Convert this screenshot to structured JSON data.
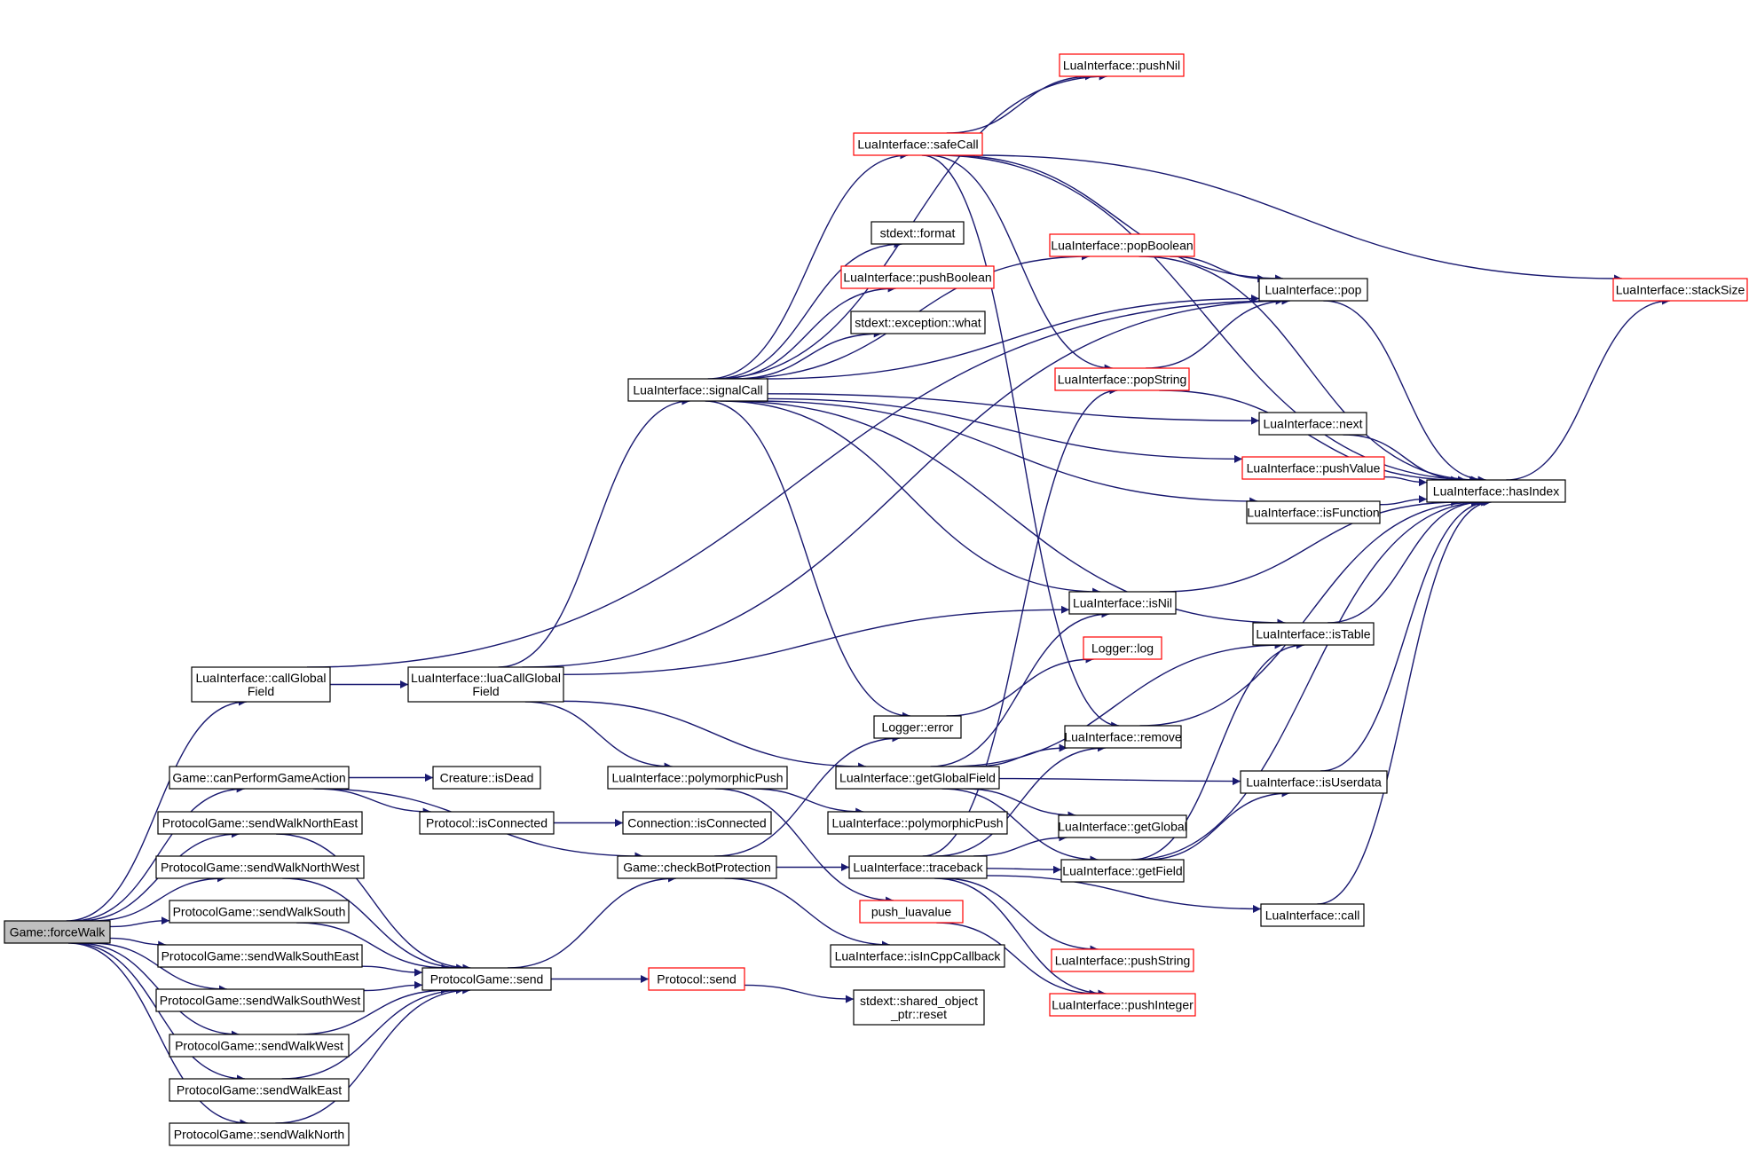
{
  "colors": {
    "edge": "#191970",
    "border_normal": "#000000",
    "border_truncated": "#ff0000",
    "root_fill": "#bfbfbf",
    "node_fill": "#ffffff"
  },
  "nodes": [
    {
      "id": "forceWalk",
      "lines": [
        "Game::forceWalk"
      ],
      "style": "root"
    },
    {
      "id": "callGlobalField",
      "lines": [
        "LuaInterface::callGlobal",
        "Field"
      ],
      "style": "normal"
    },
    {
      "id": "canPerformGameAction",
      "lines": [
        "Game::canPerformGameAction"
      ],
      "style": "normal"
    },
    {
      "id": "sendWalkNorthEast",
      "lines": [
        "ProtocolGame::sendWalkNorthEast"
      ],
      "style": "normal"
    },
    {
      "id": "sendWalkNorthWest",
      "lines": [
        "ProtocolGame::sendWalkNorthWest"
      ],
      "style": "normal"
    },
    {
      "id": "sendWalkSouth",
      "lines": [
        "ProtocolGame::sendWalkSouth"
      ],
      "style": "normal"
    },
    {
      "id": "sendWalkSouthEast",
      "lines": [
        "ProtocolGame::sendWalkSouthEast"
      ],
      "style": "normal"
    },
    {
      "id": "sendWalkSouthWest",
      "lines": [
        "ProtocolGame::sendWalkSouthWest"
      ],
      "style": "normal"
    },
    {
      "id": "sendWalkWest",
      "lines": [
        "ProtocolGame::sendWalkWest"
      ],
      "style": "normal"
    },
    {
      "id": "sendWalkEast",
      "lines": [
        "ProtocolGame::sendWalkEast"
      ],
      "style": "normal"
    },
    {
      "id": "sendWalkNorth",
      "lines": [
        "ProtocolGame::sendWalkNorth"
      ],
      "style": "normal"
    },
    {
      "id": "luaCallGlobalField",
      "lines": [
        "LuaInterface::luaCallGlobal",
        "Field"
      ],
      "style": "normal"
    },
    {
      "id": "isDead",
      "lines": [
        "Creature::isDead"
      ],
      "style": "normal"
    },
    {
      "id": "protocolIsConnected",
      "lines": [
        "Protocol::isConnected"
      ],
      "style": "normal"
    },
    {
      "id": "pgSend",
      "lines": [
        "ProtocolGame::send"
      ],
      "style": "normal"
    },
    {
      "id": "signalCall",
      "lines": [
        "LuaInterface::signalCall"
      ],
      "style": "normal"
    },
    {
      "id": "polymorphicPushFree",
      "lines": [
        "LuaInterface::polymorphicPush"
      ],
      "style": "normal"
    },
    {
      "id": "connectionIsConnected",
      "lines": [
        "Connection::isConnected"
      ],
      "style": "normal"
    },
    {
      "id": "checkBotProtection",
      "lines": [
        "Game::checkBotProtection"
      ],
      "style": "normal"
    },
    {
      "id": "protocolSend",
      "lines": [
        "Protocol::send"
      ],
      "style": "truncated"
    },
    {
      "id": "safeCall",
      "lines": [
        "LuaInterface::safeCall"
      ],
      "style": "truncated"
    },
    {
      "id": "pushNil",
      "lines": [
        "LuaInterface::pushNil"
      ],
      "style": "truncated"
    },
    {
      "id": "format",
      "lines": [
        "stdext::format"
      ],
      "style": "normal"
    },
    {
      "id": "pushBoolean",
      "lines": [
        "LuaInterface::pushBoolean"
      ],
      "style": "truncated"
    },
    {
      "id": "exceptionWhat",
      "lines": [
        "stdext::exception::what"
      ],
      "style": "normal"
    },
    {
      "id": "loggerError",
      "lines": [
        "Logger::error"
      ],
      "style": "normal"
    },
    {
      "id": "getGlobalField",
      "lines": [
        "LuaInterface::getGlobalField"
      ],
      "style": "normal"
    },
    {
      "id": "polymorphicPushMember",
      "lines": [
        "LuaInterface::polymorphicPush"
      ],
      "style": "normal"
    },
    {
      "id": "traceback",
      "lines": [
        "LuaInterface::traceback"
      ],
      "style": "normal"
    },
    {
      "id": "pushLuavalue",
      "lines": [
        "push_luavalue"
      ],
      "style": "truncated"
    },
    {
      "id": "isInCppCallback",
      "lines": [
        "LuaInterface::isInCppCallback"
      ],
      "style": "normal"
    },
    {
      "id": "sharedReset",
      "lines": [
        "stdext::shared_object",
        "_ptr::reset"
      ],
      "style": "normal"
    },
    {
      "id": "popBoolean",
      "lines": [
        "LuaInterface::popBoolean"
      ],
      "style": "truncated"
    },
    {
      "id": "popString",
      "lines": [
        "LuaInterface::popString"
      ],
      "style": "truncated"
    },
    {
      "id": "isNil",
      "lines": [
        "LuaInterface::isNil"
      ],
      "style": "normal"
    },
    {
      "id": "loggerLog",
      "lines": [
        "Logger::log"
      ],
      "style": "truncated"
    },
    {
      "id": "remove",
      "lines": [
        "LuaInterface::remove"
      ],
      "style": "normal"
    },
    {
      "id": "getGlobal",
      "lines": [
        "LuaInterface::getGlobal"
      ],
      "style": "normal"
    },
    {
      "id": "getField",
      "lines": [
        "LuaInterface::getField"
      ],
      "style": "normal"
    },
    {
      "id": "pushString",
      "lines": [
        "LuaInterface::pushString"
      ],
      "style": "truncated"
    },
    {
      "id": "pushInteger",
      "lines": [
        "LuaInterface::pushInteger"
      ],
      "style": "truncated"
    },
    {
      "id": "pop",
      "lines": [
        "LuaInterface::pop"
      ],
      "style": "normal"
    },
    {
      "id": "next",
      "lines": [
        "LuaInterface::next"
      ],
      "style": "normal"
    },
    {
      "id": "pushValue",
      "lines": [
        "LuaInterface::pushValue"
      ],
      "style": "truncated"
    },
    {
      "id": "isFunction",
      "lines": [
        "LuaInterface::isFunction"
      ],
      "style": "normal"
    },
    {
      "id": "isTable",
      "lines": [
        "LuaInterface::isTable"
      ],
      "style": "normal"
    },
    {
      "id": "isUserdata",
      "lines": [
        "LuaInterface::isUserdata"
      ],
      "style": "normal"
    },
    {
      "id": "call",
      "lines": [
        "LuaInterface::call"
      ],
      "style": "normal"
    },
    {
      "id": "hasIndex",
      "lines": [
        "LuaInterface::hasIndex"
      ],
      "style": "normal"
    },
    {
      "id": "stackSize",
      "lines": [
        "LuaInterface::stackSize"
      ],
      "style": "truncated"
    }
  ],
  "edges": [
    [
      "forceWalk",
      "callGlobalField"
    ],
    [
      "forceWalk",
      "canPerformGameAction"
    ],
    [
      "forceWalk",
      "sendWalkNorthEast"
    ],
    [
      "forceWalk",
      "sendWalkNorthWest"
    ],
    [
      "forceWalk",
      "sendWalkSouth"
    ],
    [
      "forceWalk",
      "sendWalkSouthEast"
    ],
    [
      "forceWalk",
      "sendWalkSouthWest"
    ],
    [
      "forceWalk",
      "sendWalkWest"
    ],
    [
      "forceWalk",
      "sendWalkEast"
    ],
    [
      "forceWalk",
      "sendWalkNorth"
    ],
    [
      "callGlobalField",
      "luaCallGlobalField"
    ],
    [
      "callGlobalField",
      "pop"
    ],
    [
      "canPerformGameAction",
      "isDead"
    ],
    [
      "canPerformGameAction",
      "protocolIsConnected"
    ],
    [
      "canPerformGameAction",
      "checkBotProtection"
    ],
    [
      "sendWalkNorthEast",
      "pgSend"
    ],
    [
      "sendWalkNorthWest",
      "pgSend"
    ],
    [
      "sendWalkSouth",
      "pgSend"
    ],
    [
      "sendWalkSouthEast",
      "pgSend"
    ],
    [
      "sendWalkSouthWest",
      "pgSend"
    ],
    [
      "sendWalkWest",
      "pgSend"
    ],
    [
      "sendWalkEast",
      "pgSend"
    ],
    [
      "sendWalkNorth",
      "pgSend"
    ],
    [
      "luaCallGlobalField",
      "signalCall"
    ],
    [
      "luaCallGlobalField",
      "pop"
    ],
    [
      "luaCallGlobalField",
      "isNil"
    ],
    [
      "luaCallGlobalField",
      "polymorphicPushFree"
    ],
    [
      "luaCallGlobalField",
      "getGlobalField"
    ],
    [
      "protocolIsConnected",
      "connectionIsConnected"
    ],
    [
      "pgSend",
      "checkBotProtection"
    ],
    [
      "pgSend",
      "protocolSend"
    ],
    [
      "signalCall",
      "pushNil"
    ],
    [
      "signalCall",
      "safeCall"
    ],
    [
      "signalCall",
      "popBoolean"
    ],
    [
      "signalCall",
      "format"
    ],
    [
      "signalCall",
      "pushBoolean"
    ],
    [
      "signalCall",
      "exceptionWhat"
    ],
    [
      "signalCall",
      "pop"
    ],
    [
      "signalCall",
      "next"
    ],
    [
      "signalCall",
      "pushValue"
    ],
    [
      "signalCall",
      "isFunction"
    ],
    [
      "signalCall",
      "isTable"
    ],
    [
      "signalCall",
      "isNil"
    ],
    [
      "signalCall",
      "loggerError"
    ],
    [
      "polymorphicPushFree",
      "polymorphicPushMember"
    ],
    [
      "polymorphicPushFree",
      "pushLuavalue"
    ],
    [
      "checkBotProtection",
      "loggerError"
    ],
    [
      "checkBotProtection",
      "traceback"
    ],
    [
      "checkBotProtection",
      "isInCppCallback"
    ],
    [
      "protocolSend",
      "sharedReset"
    ],
    [
      "safeCall",
      "pushNil"
    ],
    [
      "safeCall",
      "stackSize"
    ],
    [
      "safeCall",
      "pop"
    ],
    [
      "safeCall",
      "popString"
    ],
    [
      "safeCall",
      "remove"
    ],
    [
      "safeCall",
      "hasIndex"
    ],
    [
      "loggerError",
      "loggerLog"
    ],
    [
      "getGlobalField",
      "remove"
    ],
    [
      "getGlobalField",
      "isNil"
    ],
    [
      "getGlobalField",
      "isTable"
    ],
    [
      "getGlobalField",
      "isUserdata"
    ],
    [
      "getGlobalField",
      "getGlobal"
    ],
    [
      "getGlobalField",
      "getField"
    ],
    [
      "traceback",
      "popString"
    ],
    [
      "traceback",
      "remove"
    ],
    [
      "traceback",
      "getGlobal"
    ],
    [
      "traceback",
      "getField"
    ],
    [
      "traceback",
      "pushString"
    ],
    [
      "traceback",
      "pushInteger"
    ],
    [
      "traceback",
      "call"
    ],
    [
      "pushLuavalue",
      "pushInteger"
    ],
    [
      "popBoolean",
      "pop"
    ],
    [
      "popBoolean",
      "hasIndex"
    ],
    [
      "popString",
      "pop"
    ],
    [
      "popString",
      "hasIndex"
    ],
    [
      "isNil",
      "hasIndex"
    ],
    [
      "remove",
      "hasIndex"
    ],
    [
      "getField",
      "isTable"
    ],
    [
      "getField",
      "isUserdata"
    ],
    [
      "getField",
      "hasIndex"
    ],
    [
      "pop",
      "hasIndex"
    ],
    [
      "next",
      "hasIndex"
    ],
    [
      "pushValue",
      "hasIndex"
    ],
    [
      "isFunction",
      "hasIndex"
    ],
    [
      "isTable",
      "hasIndex"
    ],
    [
      "isUserdata",
      "hasIndex"
    ],
    [
      "call",
      "hasIndex"
    ],
    [
      "hasIndex",
      "stackSize"
    ]
  ]
}
